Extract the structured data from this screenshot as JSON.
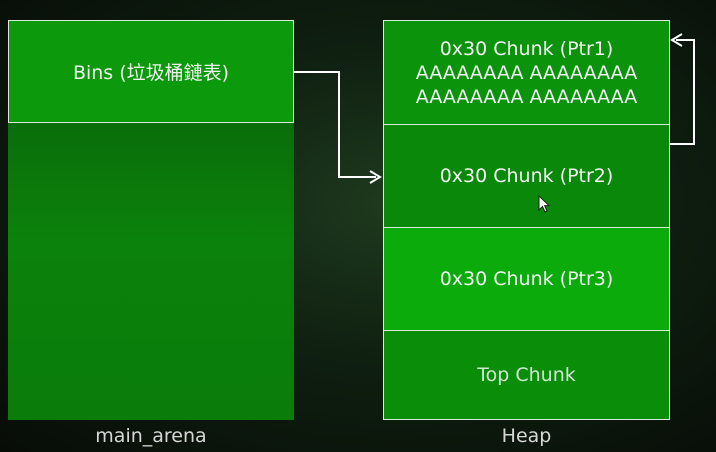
{
  "arena": {
    "bins_label": "Bins (垃圾桶鏈表)",
    "caption": "main_arena"
  },
  "heap": {
    "chunk1": {
      "title": "0x30 Chunk (Ptr1)",
      "line1": "AAAAAAAA AAAAAAAA",
      "line2": "AAAAAAAA AAAAAAAA"
    },
    "chunk2": {
      "title": "0x30 Chunk (Ptr2)"
    },
    "chunk3": {
      "title": "0x30 Chunk (Ptr3)"
    },
    "top": {
      "title": "Top Chunk"
    },
    "caption": "Heap"
  },
  "colors": {
    "box_green": "#0b930b",
    "border": "#d9ead9",
    "text": "#f2f2f2",
    "arrow": "#ffffff"
  },
  "icons": [
    "mouse-cursor-icon",
    "arrow-bins-to-ptr2",
    "arrow-ptr2-to-ptr1"
  ]
}
